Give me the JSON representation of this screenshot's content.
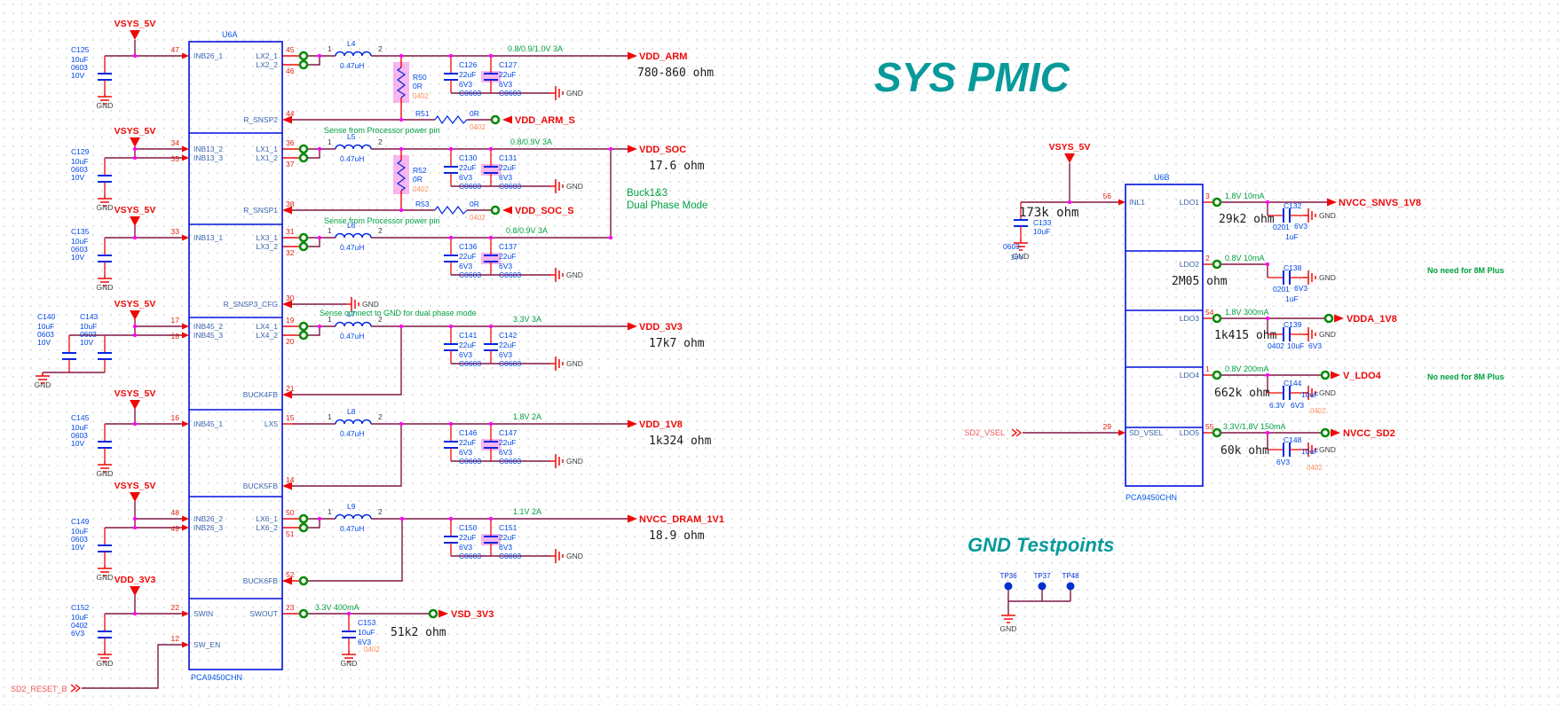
{
  "title": "SYS PMIC",
  "gnd_testpoints_title": "GND Testpoints",
  "power": {
    "vsys": "VSYS_5V",
    "vdd_3v3": "VDD_3V3",
    "gnd": "GND"
  },
  "notes": {
    "sense_processor": "Sense from Processor power pin",
    "sense_gnd": "Sense connect to GND for dual phase mode",
    "buck13": "Buck1&3",
    "dual_phase": "Dual Phase Mode",
    "no_need_8m": "No need for 8M Plus"
  },
  "u6a": {
    "refdes": "U6A",
    "part": "PCA9450CHN",
    "left_pins": [
      {
        "num": "47",
        "name": "INB26_1"
      },
      {
        "num": "34",
        "name": "INB13_2"
      },
      {
        "num": "35",
        "name": "INB13_3"
      },
      {
        "num": "33",
        "name": "INB13_1"
      },
      {
        "num": "17",
        "name": "INB45_2"
      },
      {
        "num": "18",
        "name": "INB45_3"
      },
      {
        "num": "16",
        "name": "INB45_1"
      },
      {
        "num": "48",
        "name": "INB26_2"
      },
      {
        "num": "49",
        "name": "INB26_3"
      },
      {
        "num": "22",
        "name": "SWIN"
      },
      {
        "num": "12",
        "name": "SW_EN"
      }
    ],
    "right_pins": [
      {
        "num": "45",
        "name": "LX2_1"
      },
      {
        "num": "46",
        "name": "LX2_2"
      },
      {
        "num": "44",
        "name": "R_SNSP2"
      },
      {
        "num": "36",
        "name": "LX1_1"
      },
      {
        "num": "37",
        "name": "LX1_2"
      },
      {
        "num": "38",
        "name": "R_SNSP1"
      },
      {
        "num": "31",
        "name": "LX3_1"
      },
      {
        "num": "32",
        "name": "LX3_2"
      },
      {
        "num": "30",
        "name": "R_SNSP3_CFG"
      },
      {
        "num": "19",
        "name": "LX4_1"
      },
      {
        "num": "20",
        "name": "LX4_2"
      },
      {
        "num": "21",
        "name": "BUCK4FB"
      },
      {
        "num": "15",
        "name": "LX5"
      },
      {
        "num": "14",
        "name": "BUCK5FB"
      },
      {
        "num": "50",
        "name": "LX6_1"
      },
      {
        "num": "51",
        "name": "LX6_2"
      },
      {
        "num": "52",
        "name": "BUCK6FB"
      },
      {
        "num": "23",
        "name": "SWOUT"
      }
    ]
  },
  "u6b": {
    "refdes": "U6B",
    "part": "PCA9450CHN",
    "left_pins": [
      {
        "num": "56",
        "name": "INL1"
      },
      {
        "num": "29",
        "name": "SD_VSEL"
      }
    ],
    "right_pins": [
      {
        "num": "3",
        "name": "LDO1"
      },
      {
        "num": "2",
        "name": "LDO2"
      },
      {
        "num": "54",
        "name": "LDO3"
      },
      {
        "num": "1",
        "name": "LDO4"
      },
      {
        "num": "55",
        "name": "LDO5"
      }
    ]
  },
  "inductors": [
    {
      "ref": "L4",
      "val": "0.47uH",
      "p1": "1",
      "p2": "2"
    },
    {
      "ref": "L5",
      "val": "0.47uH",
      "p1": "1",
      "p2": "2"
    },
    {
      "ref": "L6",
      "val": "0.47uH",
      "p1": "1",
      "p2": "2"
    },
    {
      "ref": "L7",
      "val": "0.47uH",
      "p1": "1",
      "p2": "2"
    },
    {
      "ref": "L8",
      "val": "0.47uH",
      "p1": "1",
      "p2": "2"
    },
    {
      "ref": "L9",
      "val": "0.47uH",
      "p1": "1",
      "p2": "2"
    }
  ],
  "resistors": {
    "R50": {
      "ref": "R50",
      "val": "0R",
      "size": "0402"
    },
    "R51": {
      "ref": "R51",
      "val": "0R",
      "size": "0402"
    },
    "R52": {
      "ref": "R52",
      "val": "0R",
      "size": "0402"
    },
    "R53": {
      "ref": "R53",
      "val": "0R",
      "size": "0402"
    }
  },
  "caps": {
    "C125": {
      "ref": "C125",
      "val": "10uF",
      "size": "0603",
      "volt": "10V"
    },
    "C129": {
      "ref": "C129",
      "val": "10uF",
      "size": "0603",
      "volt": "10V"
    },
    "C135": {
      "ref": "C135",
      "val": "10uF",
      "size": "0603",
      "volt": "10V"
    },
    "C140": {
      "ref": "C140",
      "val": "10uF",
      "size": "0603",
      "volt": "10V"
    },
    "C143": {
      "ref": "C143",
      "val": "10uF",
      "size": "0603",
      "volt": "10V"
    },
    "C145": {
      "ref": "C145",
      "val": "10uF",
      "size": "0603",
      "volt": "10V"
    },
    "C149": {
      "ref": "C149",
      "val": "10uF",
      "size": "0603",
      "volt": "10V"
    },
    "C152": {
      "ref": "C152",
      "val": "10uF",
      "size": "0402",
      "volt": "6V3"
    },
    "C153": {
      "ref": "C153",
      "val": "10uF",
      "volt": "6V3",
      "size": "0402"
    },
    "C126": {
      "ref": "C126",
      "val": "22uF",
      "volt": "6V3",
      "size": "C0603"
    },
    "C127": {
      "ref": "C127",
      "val": "22uF",
      "volt": "6V3",
      "size": "C0603"
    },
    "C130": {
      "ref": "C130",
      "val": "22uF",
      "volt": "6V3",
      "size": "C0603"
    },
    "C131": {
      "ref": "C131",
      "val": "22uF",
      "volt": "6V3",
      "size": "C0603"
    },
    "C136": {
      "ref": "C136",
      "val": "22uF",
      "volt": "6V3",
      "size": "C0603"
    },
    "C137": {
      "ref": "C137",
      "val": "22uF",
      "volt": "6V3",
      "size": "C0603"
    },
    "C141": {
      "ref": "C141",
      "val": "22uF",
      "volt": "6V3",
      "size": "C0603"
    },
    "C142": {
      "ref": "C142",
      "val": "22uF",
      "volt": "6V3",
      "size": "C0603"
    },
    "C146": {
      "ref": "C146",
      "val": "22uF",
      "volt": "6V3",
      "size": "C0603"
    },
    "C147": {
      "ref": "C147",
      "val": "22uF",
      "volt": "6V3",
      "size": "C0603"
    },
    "C150": {
      "ref": "C150",
      "val": "22uF",
      "volt": "6V3",
      "size": "C0603"
    },
    "C151": {
      "ref": "C151",
      "val": "22uF",
      "volt": "6V3",
      "size": "C0603"
    },
    "C133": {
      "ref": "C133",
      "val": "10uF",
      "size": "0603",
      "volt": "10V"
    },
    "C132": {
      "ref": "C132",
      "size": "0201",
      "volt": "6V3",
      "val": "1uF"
    },
    "C138": {
      "ref": "C138",
      "size": "0201",
      "volt": "6V3",
      "val": "1uF"
    },
    "C139": {
      "ref": "C139",
      "size": "0402",
      "val": "10uF",
      "volt": "6V3"
    },
    "C144": {
      "ref": "C144",
      "val": "10uF",
      "volt2": "6.3V",
      "volt": "6V3",
      "size": "0402"
    },
    "C148": {
      "ref": "C148",
      "val": "10uF",
      "volt": "6V3",
      "size": "0402"
    }
  },
  "rails": [
    {
      "spec": "0.8/0.9/1.0V 3A",
      "net": "VDD_ARM",
      "meas": "780-860 ohm"
    },
    {
      "spec": "0.8/0.9V 3A",
      "net": "VDD_SOC",
      "meas": "17.6 ohm"
    },
    {
      "spec": "0.8/0.9V 3A"
    },
    {
      "spec": "3.3V 3A",
      "net": "VDD_3V3",
      "meas": "17k7 ohm"
    },
    {
      "spec": "1.8V 2A",
      "net": "VDD_1V8",
      "meas": "1k324 ohm"
    },
    {
      "spec": "1.1V 2A",
      "net": "NVCC_DRAM_1V1",
      "meas": "18.9 ohm"
    },
    {
      "spec": "3.3V 400mA",
      "net": "VSD_3V3",
      "meas": "51k2 ohm"
    }
  ],
  "sense": [
    {
      "net": "VDD_ARM_S"
    },
    {
      "net": "VDD_SOC_S"
    }
  ],
  "ldo_input": {
    "meas": "173k ohm"
  },
  "ldo_rails": [
    {
      "spec": "1.8V 10mA",
      "net": "NVCC_SNVS_1V8",
      "meas": "29k2 ohm"
    },
    {
      "spec": "0.8V 10mA",
      "net": "",
      "meas": "2M05 ohm"
    },
    {
      "spec": "1.8V 300mA",
      "net": "VDDA_1V8",
      "meas": "1k415 ohm"
    },
    {
      "spec": "0.8V 200mA",
      "net": "V_LDO4",
      "meas": "662k ohm"
    },
    {
      "spec": "3.3V/1.8V 150mA",
      "net": "NVCC_SD2",
      "meas": "60k ohm"
    }
  ],
  "offpage_nets": {
    "sd2_reset_b": "SD2_RESET_B",
    "sd2_vsel": "SD2_VSEL"
  },
  "testpoints": [
    {
      "ref": "TP36"
    },
    {
      "ref": "TP37"
    },
    {
      "ref": "TP48"
    }
  ]
}
